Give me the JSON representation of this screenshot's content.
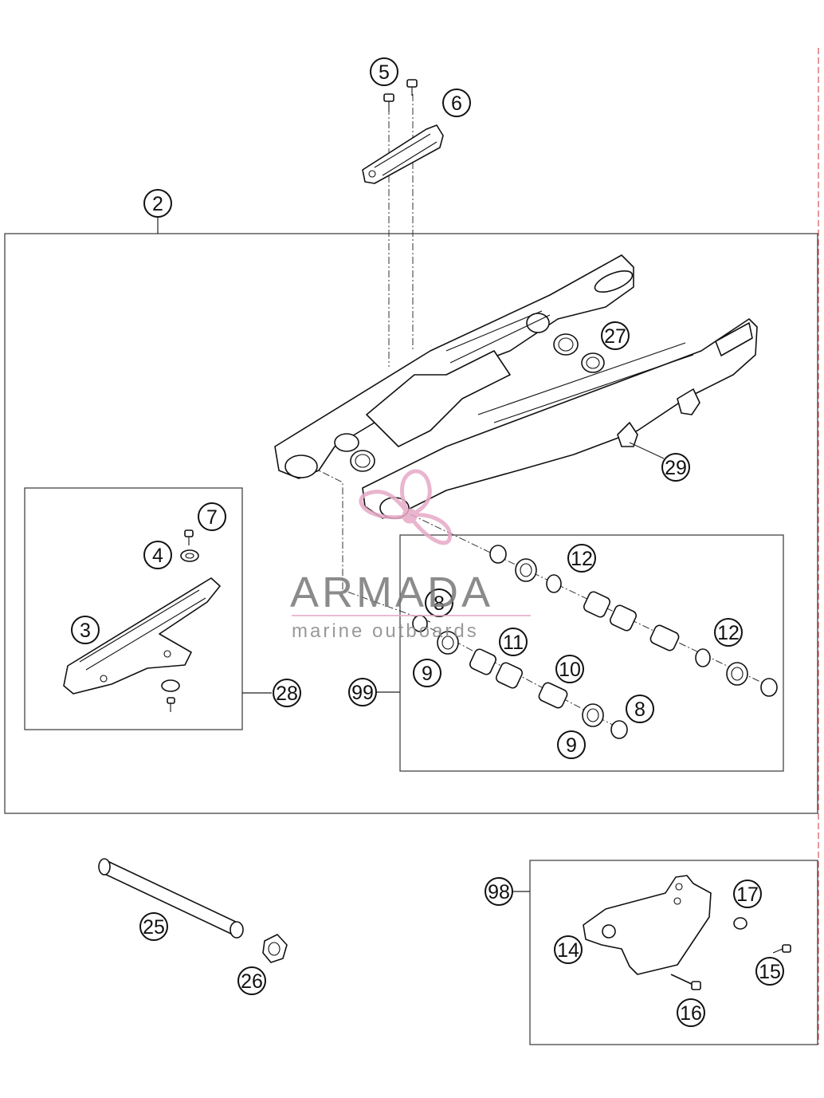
{
  "diagram": {
    "callouts": {
      "c2": "2",
      "c3": "3",
      "c4": "4",
      "c5": "5",
      "c6": "6",
      "c7": "7",
      "c8a": "8",
      "c8b": "8",
      "c9a": "9",
      "c9b": "9",
      "c10": "10",
      "c11": "11",
      "c12a": "12",
      "c12b": "12",
      "c14": "14",
      "c15": "15",
      "c16": "16",
      "c17": "17",
      "c25": "25",
      "c26": "26",
      "c27": "27",
      "c28": "28",
      "c29": "29",
      "c98": "98",
      "c99": "99"
    }
  },
  "watermark": {
    "brand": "ARMADA",
    "tagline": "marine outboards",
    "accent_color": "#e7a9c6"
  }
}
